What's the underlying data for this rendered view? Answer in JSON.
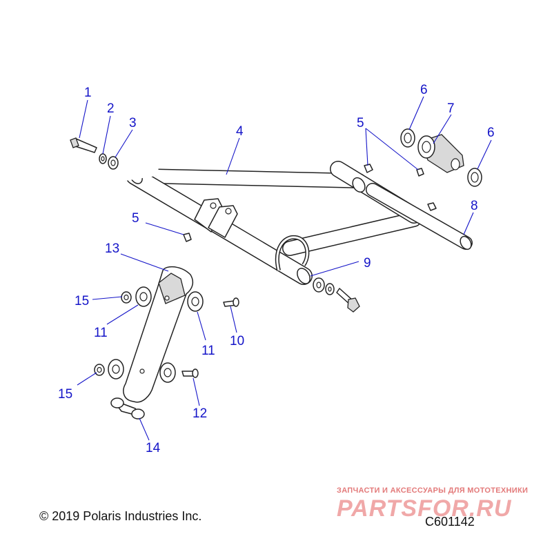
{
  "figure": {
    "copyright": "© 2019 Polaris Industries Inc.",
    "code": "C601142",
    "watermark": {
      "tagline": "ЗАПЧАСТИ И АКСЕССУАРЫ ДЛЯ МОТОТЕХНИКИ",
      "logo": "PARTSFOR.RU"
    }
  },
  "callouts": [
    "1",
    "2",
    "3",
    "4",
    "5",
    "5",
    "6",
    "6",
    "7",
    "8",
    "9",
    "10",
    "11",
    "11",
    "12",
    "13",
    "14",
    "15",
    "15"
  ],
  "colors": {
    "callout": "#1414c8",
    "line": "#222222",
    "watermark": "#e37a7a"
  }
}
